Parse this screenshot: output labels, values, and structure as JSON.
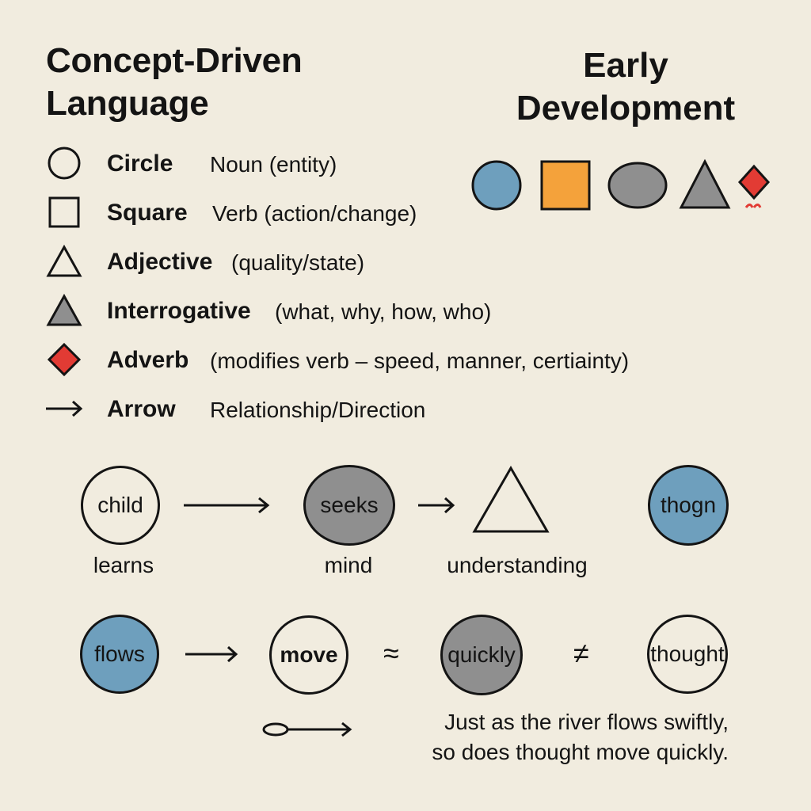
{
  "titles": {
    "left": "Concept-Driven\nLanguage",
    "right": "Early\nDevelopment"
  },
  "legend": [
    {
      "icon": "circle-outline-icon",
      "term": "Circle",
      "definition": "Noun (entity)"
    },
    {
      "icon": "square-outline-icon",
      "term": "Square",
      "definition": "Verb (action/change)"
    },
    {
      "icon": "triangle-outline-icon",
      "term": "Adjective",
      "definition": "(quality/state)"
    },
    {
      "icon": "triangle-gray-icon",
      "term": "Interrogative",
      "definition": "(what, why, how, who)"
    },
    {
      "icon": "diamond-red-icon",
      "term": "Adverb",
      "definition": "(modifies verb – speed, manner, certiainty)"
    },
    {
      "icon": "arrow-right-icon",
      "term": "Arrow",
      "definition": "Relationship/Direction"
    }
  ],
  "colors": {
    "background": "#f1ecdf",
    "blue": "#6e9fbd",
    "orange": "#f4a23b",
    "gray": "#8f8f8f",
    "red": "#e23b34",
    "ink": "#141414"
  },
  "diagram_row1": {
    "nodes": [
      "child",
      "seeks",
      "thogn"
    ],
    "captions": [
      "learns",
      "mind",
      "understanding"
    ]
  },
  "diagram_row2": {
    "nodes": [
      "flows",
      "move",
      "quickly",
      "thought"
    ],
    "symbols": [
      "≈",
      "≠"
    ]
  },
  "quote": "Just as the river flows swiftly,\nso does thought move quickly."
}
